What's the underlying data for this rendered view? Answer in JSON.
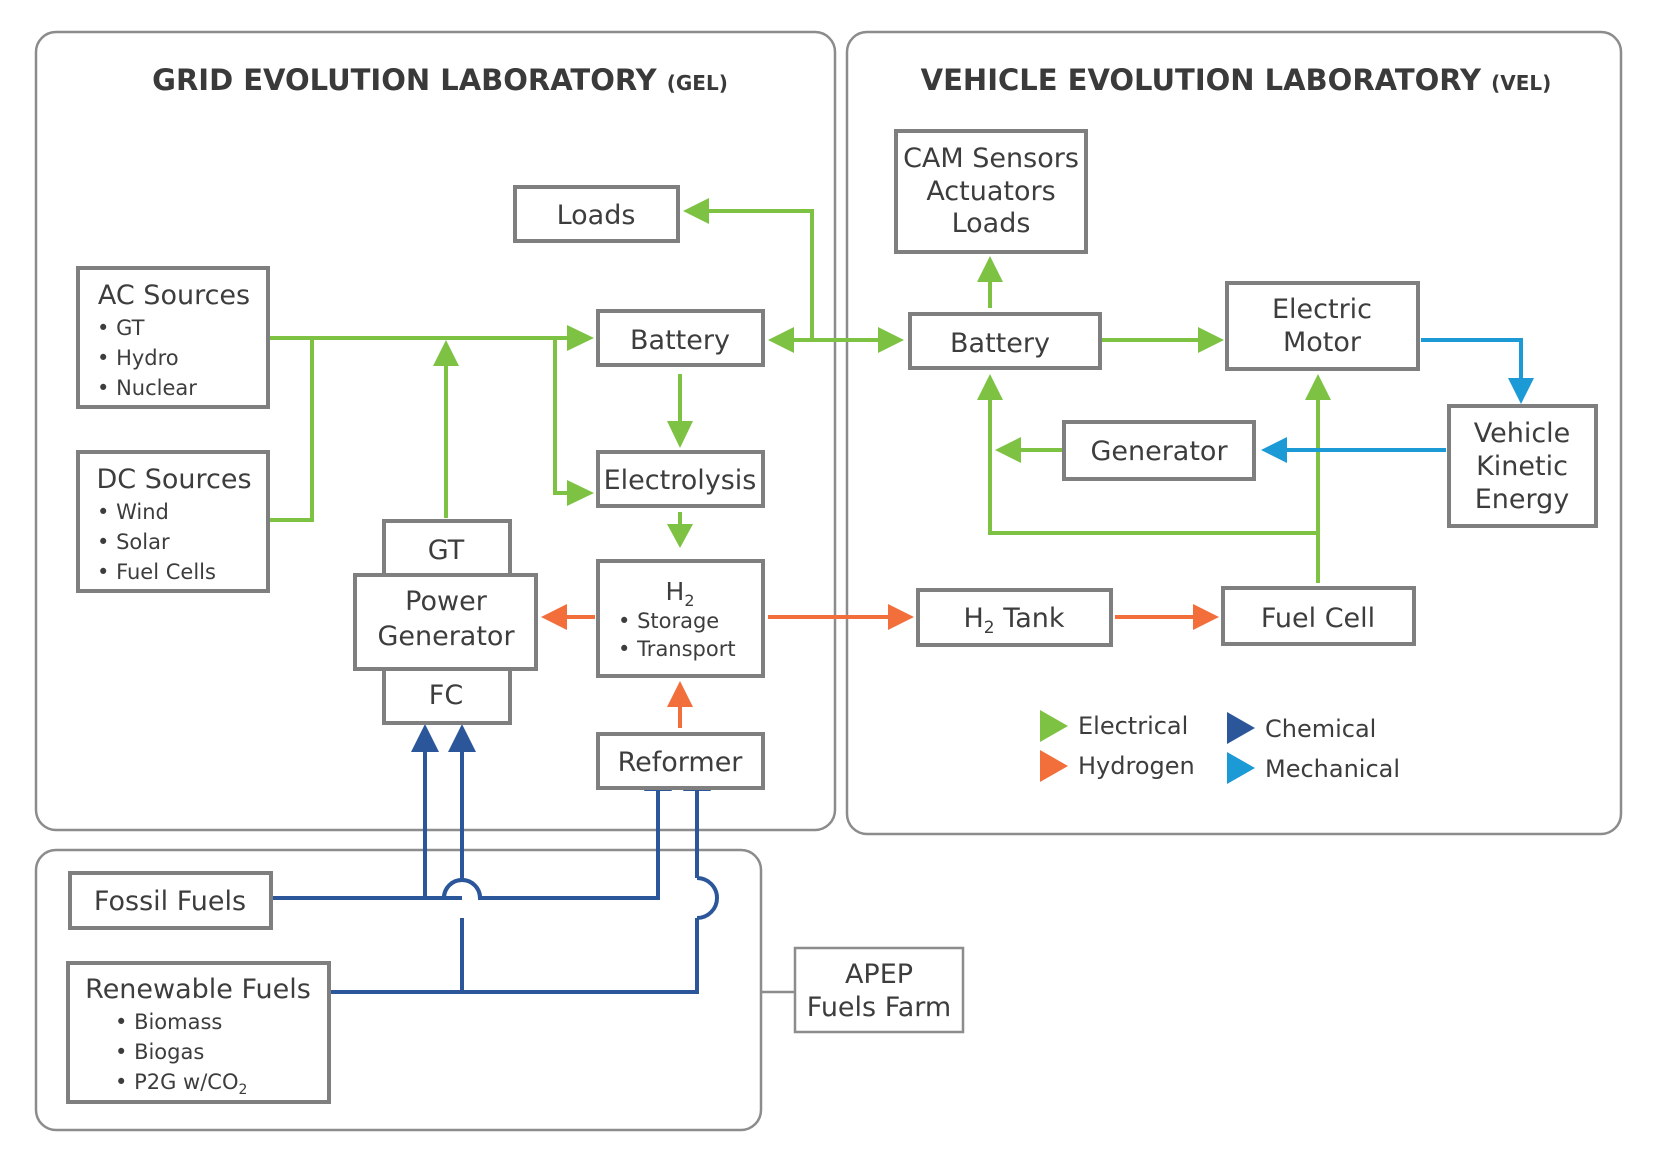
{
  "gel": {
    "title": "GRID EVOLUTION LABORATORY",
    "abbr": "(GEL)"
  },
  "vel": {
    "title": "VEHICLE EVOLUTION LABORATORY",
    "abbr": "(VEL)"
  },
  "ac_sources": {
    "title": "AC Sources",
    "items": [
      "GT",
      "Hydro",
      "Nuclear"
    ]
  },
  "dc_sources": {
    "title": "DC Sources",
    "items": [
      "Wind",
      "Solar",
      "Fuel Cells"
    ]
  },
  "gel_loads": "Loads",
  "gel_battery": "Battery",
  "electrolysis": "Electrolysis",
  "h2_storage": {
    "title": "H",
    "sub": "2",
    "items": [
      "Storage",
      "Transport"
    ]
  },
  "reformer": "Reformer",
  "power_generator": {
    "top": "GT",
    "line1": "Power",
    "line2": "Generator",
    "bottom": "FC"
  },
  "cam_box": {
    "line1": "CAM Sensors",
    "line2": "Actuators",
    "line3": "Loads"
  },
  "vel_battery": "Battery",
  "electric_motor": {
    "line1": "Electric",
    "line2": "Motor"
  },
  "generator": "Generator",
  "vehicle_kinetic": {
    "line1": "Vehicle",
    "line2": "Kinetic",
    "line3": "Energy"
  },
  "h2_tank": {
    "prefix": "H",
    "sub": "2",
    "suffix": " Tank"
  },
  "fuel_cell": "Fuel Cell",
  "fossil_fuels": "Fossil Fuels",
  "renewable_fuels": {
    "title": "Renewable Fuels",
    "items": [
      "Biomass",
      "Biogas",
      "P2G w/CO"
    ],
    "co2_sub": "2"
  },
  "apep": {
    "line1": "APEP",
    "line2": "Fuels Farm"
  },
  "legend": {
    "electrical": "Electrical",
    "hydrogen": "Hydrogen",
    "chemical": "Chemical",
    "mechanical": "Mechanical"
  },
  "colors": {
    "electrical": "#7dc242",
    "hydrogen": "#f26e3b",
    "chemical": "#2b579a",
    "mechanical": "#1b9ad6",
    "box_border": "#7f7f7f",
    "text": "#3d3d3d"
  }
}
